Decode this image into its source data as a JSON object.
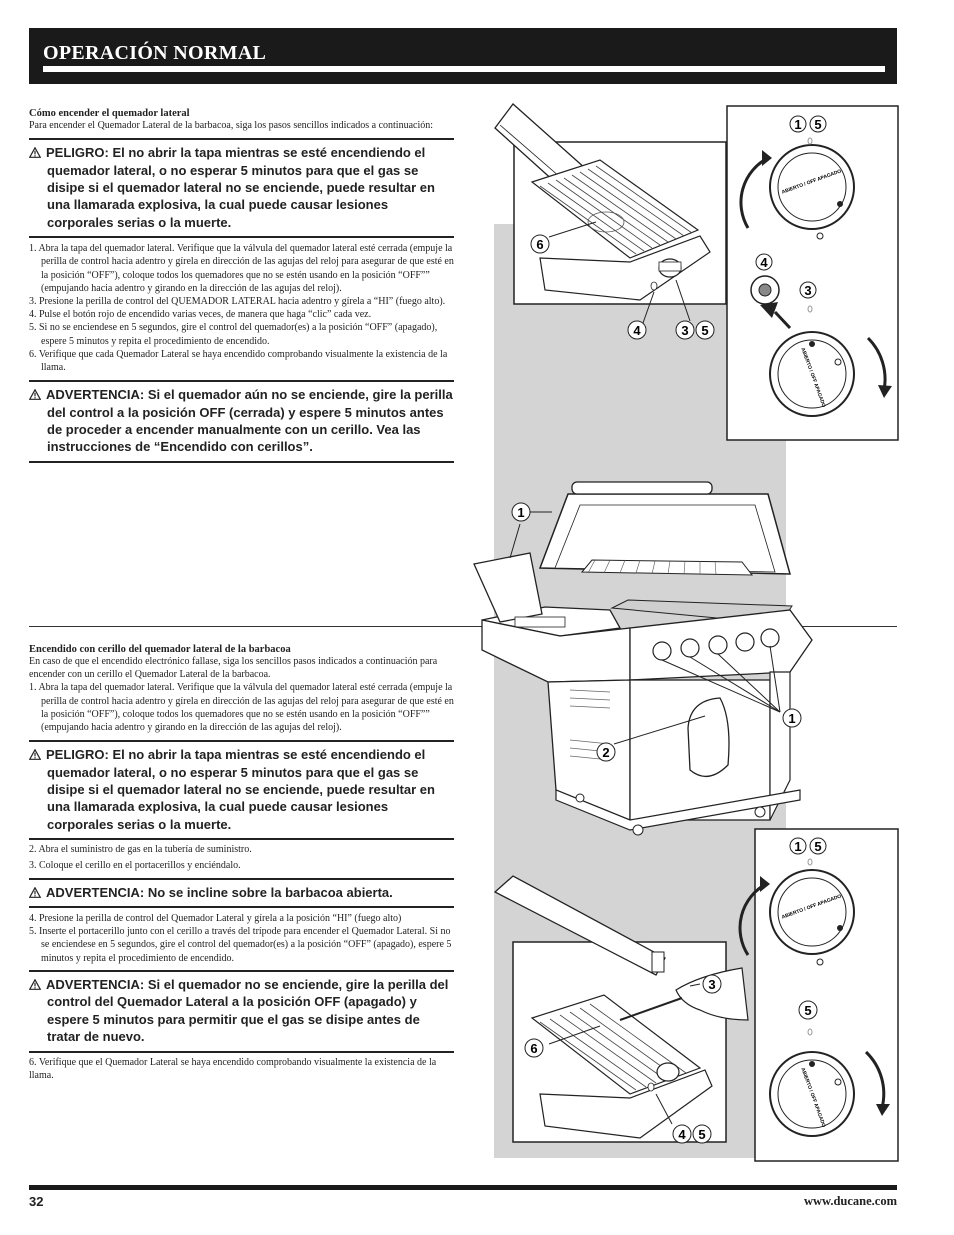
{
  "header": {
    "title": "OPERACIÓN NORMAL"
  },
  "section1": {
    "title": "Cómo encender el quemador lateral",
    "intro": "Para encender el Quemador Lateral de la barbacoa, siga los pasos sencillos indicados a continuación:",
    "danger": "PELIGRO: El no abrir la tapa mientras se esté encendiendo el quemador lateral, o no esperar 5 minutos para que el gas se disipe si el quemador lateral no se enciende, puede resultar en una llamarada explosiva, la cual puede causar lesiones corporales serias o la muerte.",
    "steps": [
      "1.  Abra la tapa del quemador lateral. Verifique que la válvula del quemador lateral esté cerrada (empuje la perilla de control hacia adentro y gírela en dirección de las agujas del reloj para asegurar de que esté en la posición “OFF”), coloque todos los quemadores que no se estén usando en la posición “OFF”” (empujando hacia adentro y girando en la dirección de las agujas del reloj).",
      "3.  Presione la perilla de control del QUEMADOR LATERAL hacia adentro y gírela a “HI” (fuego alto).",
      "4.  Pulse el botón rojo de encendido varias veces, de manera que haga “clic” cada vez.",
      "5.  Si no se enciendese en 5 segundos, gire el control del quemador(es) a la posición “OFF” (apagado), espere 5 minutos y repita el procedimiento de encendido.",
      "6.  Verifique que cada Quemador Lateral se haya encendido comprobando visualmente la existencia de la llama."
    ],
    "warning": "ADVERTENCIA: Si el quemador aún no se enciende, gire la perilla del control a la posición OFF (cerrada) y espere 5 minutos antes de proceder a encender manualmente con un cerillo. Vea las instrucciones de “Encendido con cerillos”."
  },
  "section2": {
    "title": "Encendido con cerillo del quemador lateral de la barbacoa",
    "intro": "En caso de que el encendido electrónico fallase, siga los sencillos pasos indicados a continuación para encender con un cerillo el Quemador Lateral de la barbacoa.",
    "step1": "1.  Abra la tapa del quemador lateral. Verifique que la válvula del quemador lateral esté cerrada (empuje la perilla de control hacia adentro y gírela en dirección de las agujas del reloj para asegurar de que esté en la posición “OFF”), coloque todos los quemadores que no se estén usando en la posición “OFF”” (empujando hacia adentro y girando en la dirección de las agujas del reloj).",
    "danger": "PELIGRO: El no abrir la tapa mientras se esté encendiendo el quemador lateral, o no esperar 5 minutos para que el gas se disipe si el quemador lateral no se enciende, puede resultar en una llamarada explosiva, la cual puede causar lesiones corporales serias o la muerte.",
    "step2": "2. Abra el suministro de gas en la tubería de suministro.",
    "step3": "3. Coloque el cerillo en el portacerillos y enciéndalo.",
    "warning_lean": "ADVERTENCIA: No se incline sobre la barbacoa abierta.",
    "step4": "4.  Presione la perilla de control del Quemador Lateral y gírela a la posición “HI” (fuego alto)",
    "step5": "5.  Inserte el portacerillo junto con el cerillo a través del trípode para encender el Quemador Lateral. Si no se enciendese en 5 segundos, gire el control del quemador(es) a la posición “OFF” (apagado), espere 5 minutos y repita el procedimiento de encendido.",
    "warning": "ADVERTENCIA: Si el quemador no se enciende, gire la perilla del control del Quemador Lateral a la posición OFF (apagado) y espere 5 minutos para permitir que el gas se disipe antes de tratar de nuevo.",
    "step6": "6. Verifique que el Quemador Lateral se haya encendido comprobando visualmente la existencia de la llama."
  },
  "figures": {
    "callouts": [
      "1",
      "2",
      "3",
      "4",
      "5",
      "6"
    ],
    "knob_label": "ABIERTO / OFF   APAGADO"
  },
  "footer": {
    "page": "32",
    "site": "www.ducane.com"
  }
}
